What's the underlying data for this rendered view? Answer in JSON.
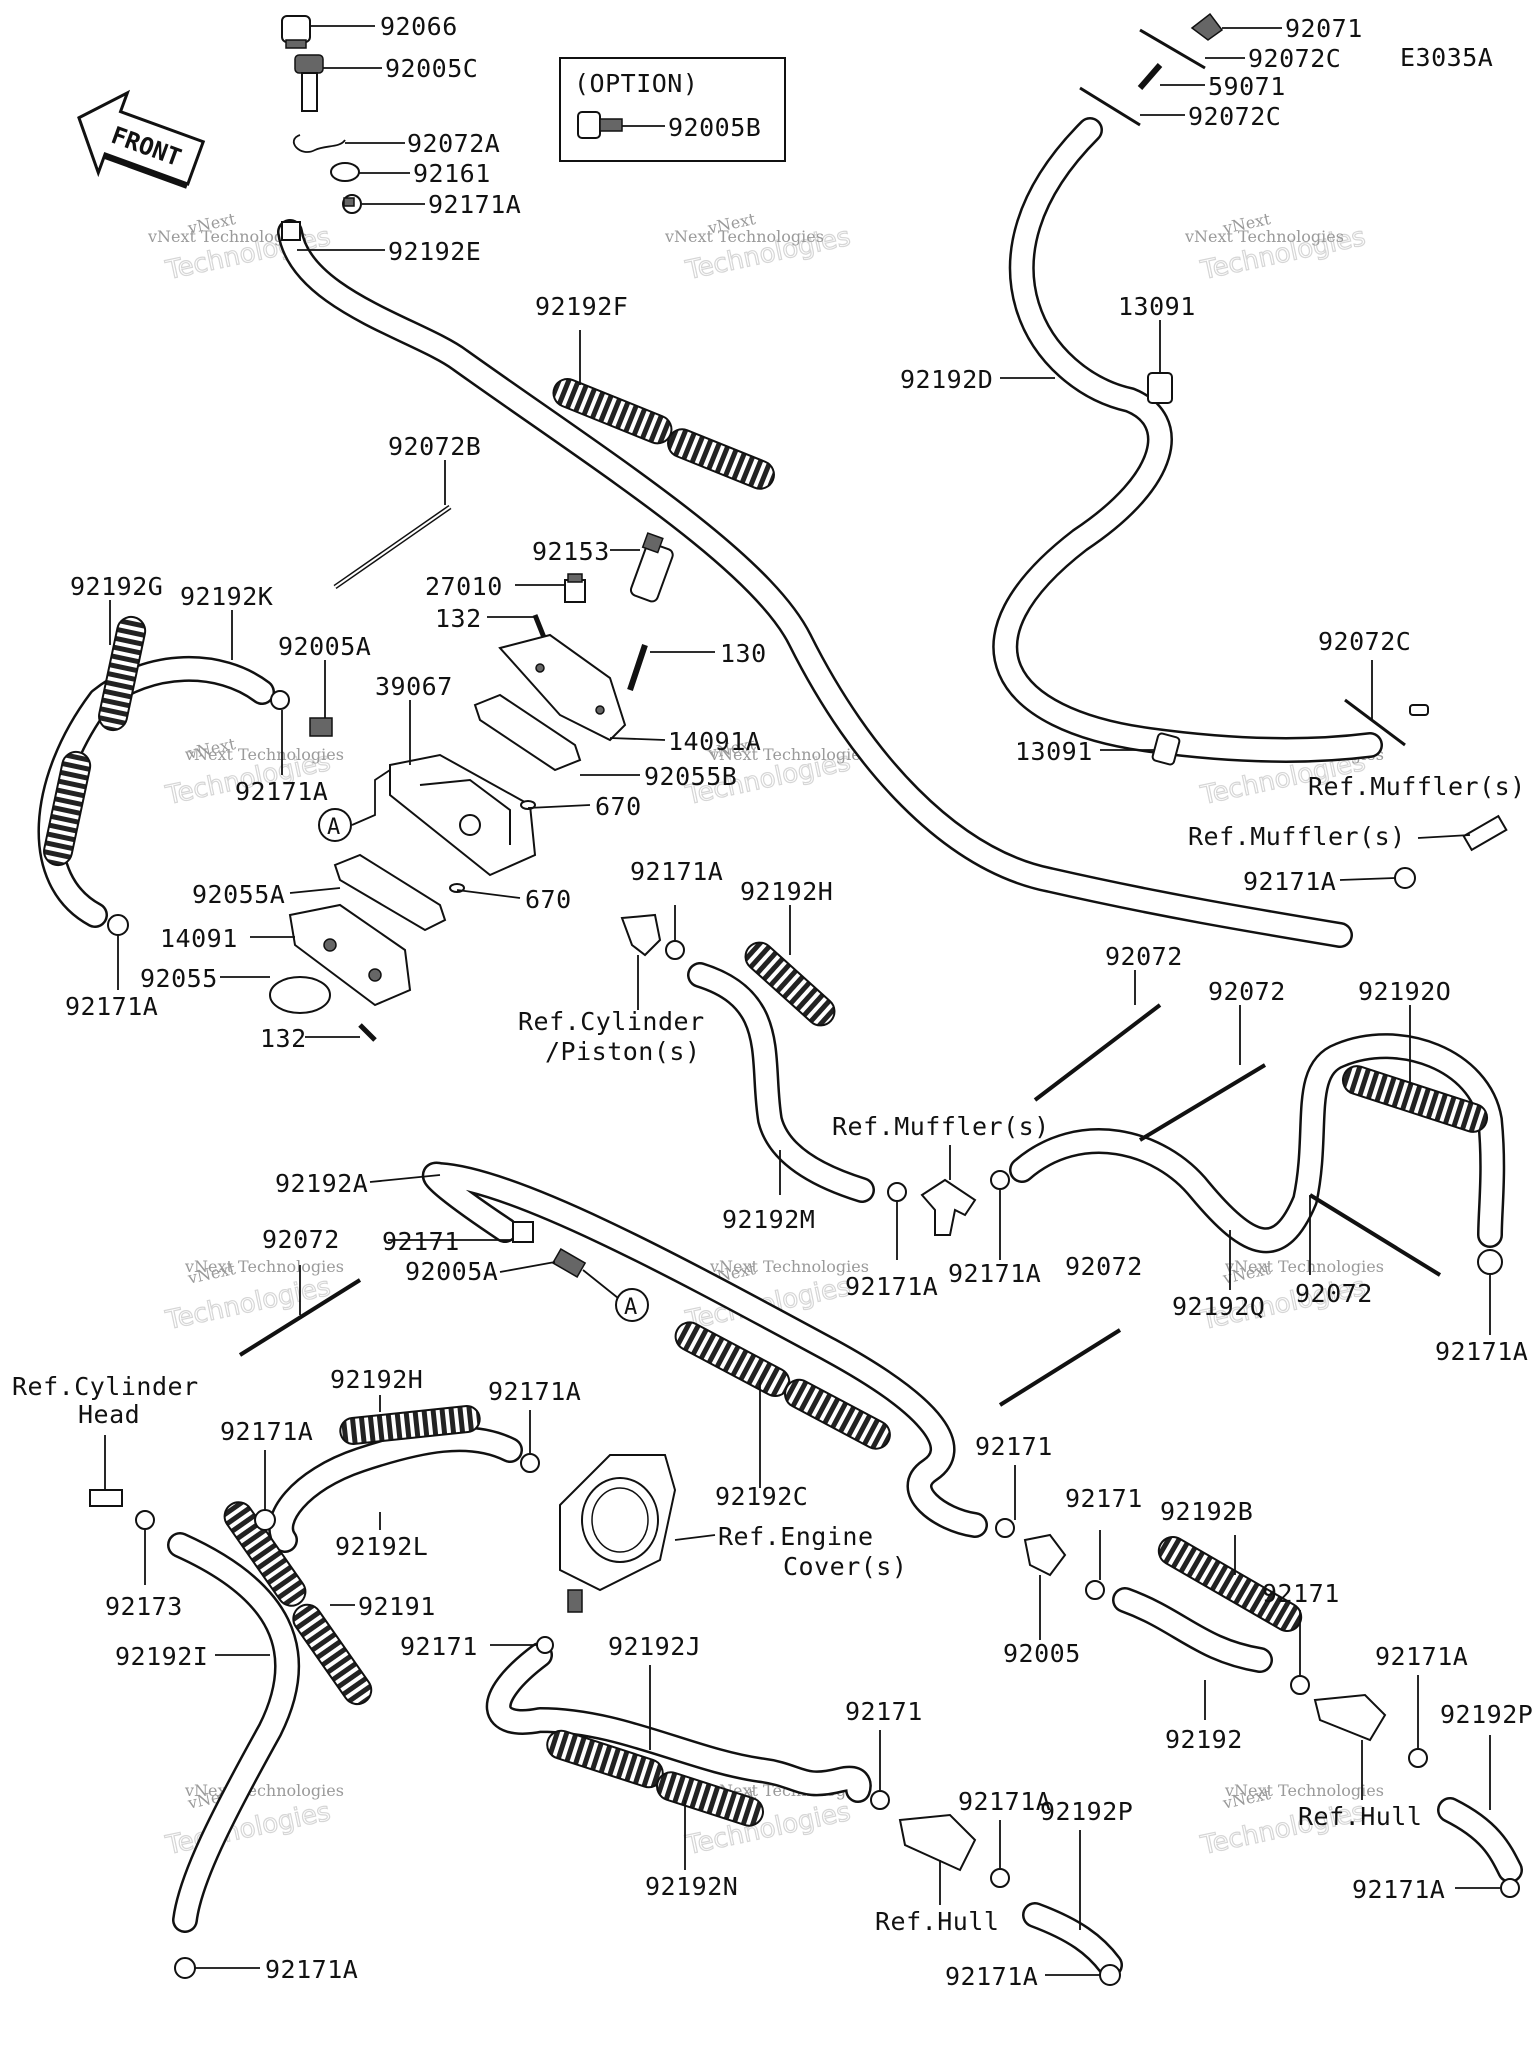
{
  "diagram_code": "E3035A",
  "front_label": "FRONT",
  "option_box": {
    "title": "(OPTION)",
    "part": "92005B"
  },
  "circle_marker": "A",
  "watermark": {
    "line1": "vNext Technologies",
    "line2": "Technologies",
    "line3": "vNext"
  },
  "labels": {
    "l_92066": "92066",
    "l_92005C": "92005C",
    "l_92072A": "92072A",
    "l_92161": "92161",
    "l_92171A_top": "92171A",
    "l_92192E": "92192E",
    "l_92192F": "92192F",
    "l_92072B": "92072B",
    "l_92153": "92153",
    "l_27010": "27010",
    "l_132_top": "132",
    "l_130": "130",
    "l_14091A": "14091A",
    "l_92055B": "92055B",
    "l_670_a": "670",
    "l_670_b": "670",
    "l_92192G": "92192G",
    "l_92192K": "92192K",
    "l_92005A_top": "92005A",
    "l_39067": "39067",
    "l_92171A_left": "92171A",
    "l_92055A": "92055A",
    "l_14091": "14091",
    "l_92055": "92055",
    "l_132_bottom": "132",
    "l_92171A_lower_left": "92171A",
    "l_92071": "92071",
    "l_92072C_1": "92072C",
    "l_59071": "59071",
    "l_92072C_2": "92072C",
    "l_13091_top": "13091",
    "l_92192D": "92192D",
    "l_92072C_3": "92072C",
    "l_13091_mid": "13091",
    "l_ref_muffler_1": "Ref.Muffler(s)",
    "l_ref_muffler_2": "Ref.Muffler(s)",
    "l_92171A_right": "92171A",
    "l_92171A_mid": "92171A",
    "l_92192H_top": "92192H",
    "l_ref_cyl_piston_1": "Ref.Cylinder",
    "l_ref_cyl_piston_2": "/Piston(s)",
    "l_92072_a": "92072",
    "l_92072_b": "92072",
    "l_92192O": "92192O",
    "l_ref_muffler_3": "Ref.Muffler(s)",
    "l_92192M": "92192M",
    "l_92171A_c": "92171A",
    "l_92171A_d": "92171A",
    "l_92192Q": "92192Q",
    "l_92072_c": "92072",
    "l_92171A_far_right": "92171A",
    "l_92192A": "92192A",
    "l_92072_d": "92072",
    "l_92171": "92171",
    "l_92005A_mid": "92005A",
    "l_92072_e": "92072",
    "l_ref_cyl_head_1": "Ref.Cylinder",
    "l_ref_cyl_head_2": "Head",
    "l_92192H_low": "92192H",
    "l_92171A_e": "92171A",
    "l_92171A_f": "92171A",
    "l_92192C": "92192C",
    "l_92171_b": "92171",
    "l_92171_c": "92171",
    "l_92192B": "92192B",
    "l_92173": "92173",
    "l_92192L": "92192L",
    "l_ref_engine_1": "Ref.Engine",
    "l_ref_engine_2": "Cover(s)",
    "l_92191": "92191",
    "l_92005": "92005",
    "l_92171_d": "92171",
    "l_92192I": "92192I",
    "l_92171_e": "92171",
    "l_92192J": "92192J",
    "l_92192": "92192",
    "l_92171A_g": "92171A",
    "l_92192P_r": "92192P",
    "l_ref_hull_r": "Ref.Hull",
    "l_92171A_h": "92171A",
    "l_92171_f": "92171",
    "l_92171A_i": "92171A",
    "l_92192P_c": "92192P",
    "l_92192N": "92192N",
    "l_ref_hull_c": "Ref.Hull",
    "l_92171A_j": "92171A",
    "l_92171A_k": "92171A"
  }
}
